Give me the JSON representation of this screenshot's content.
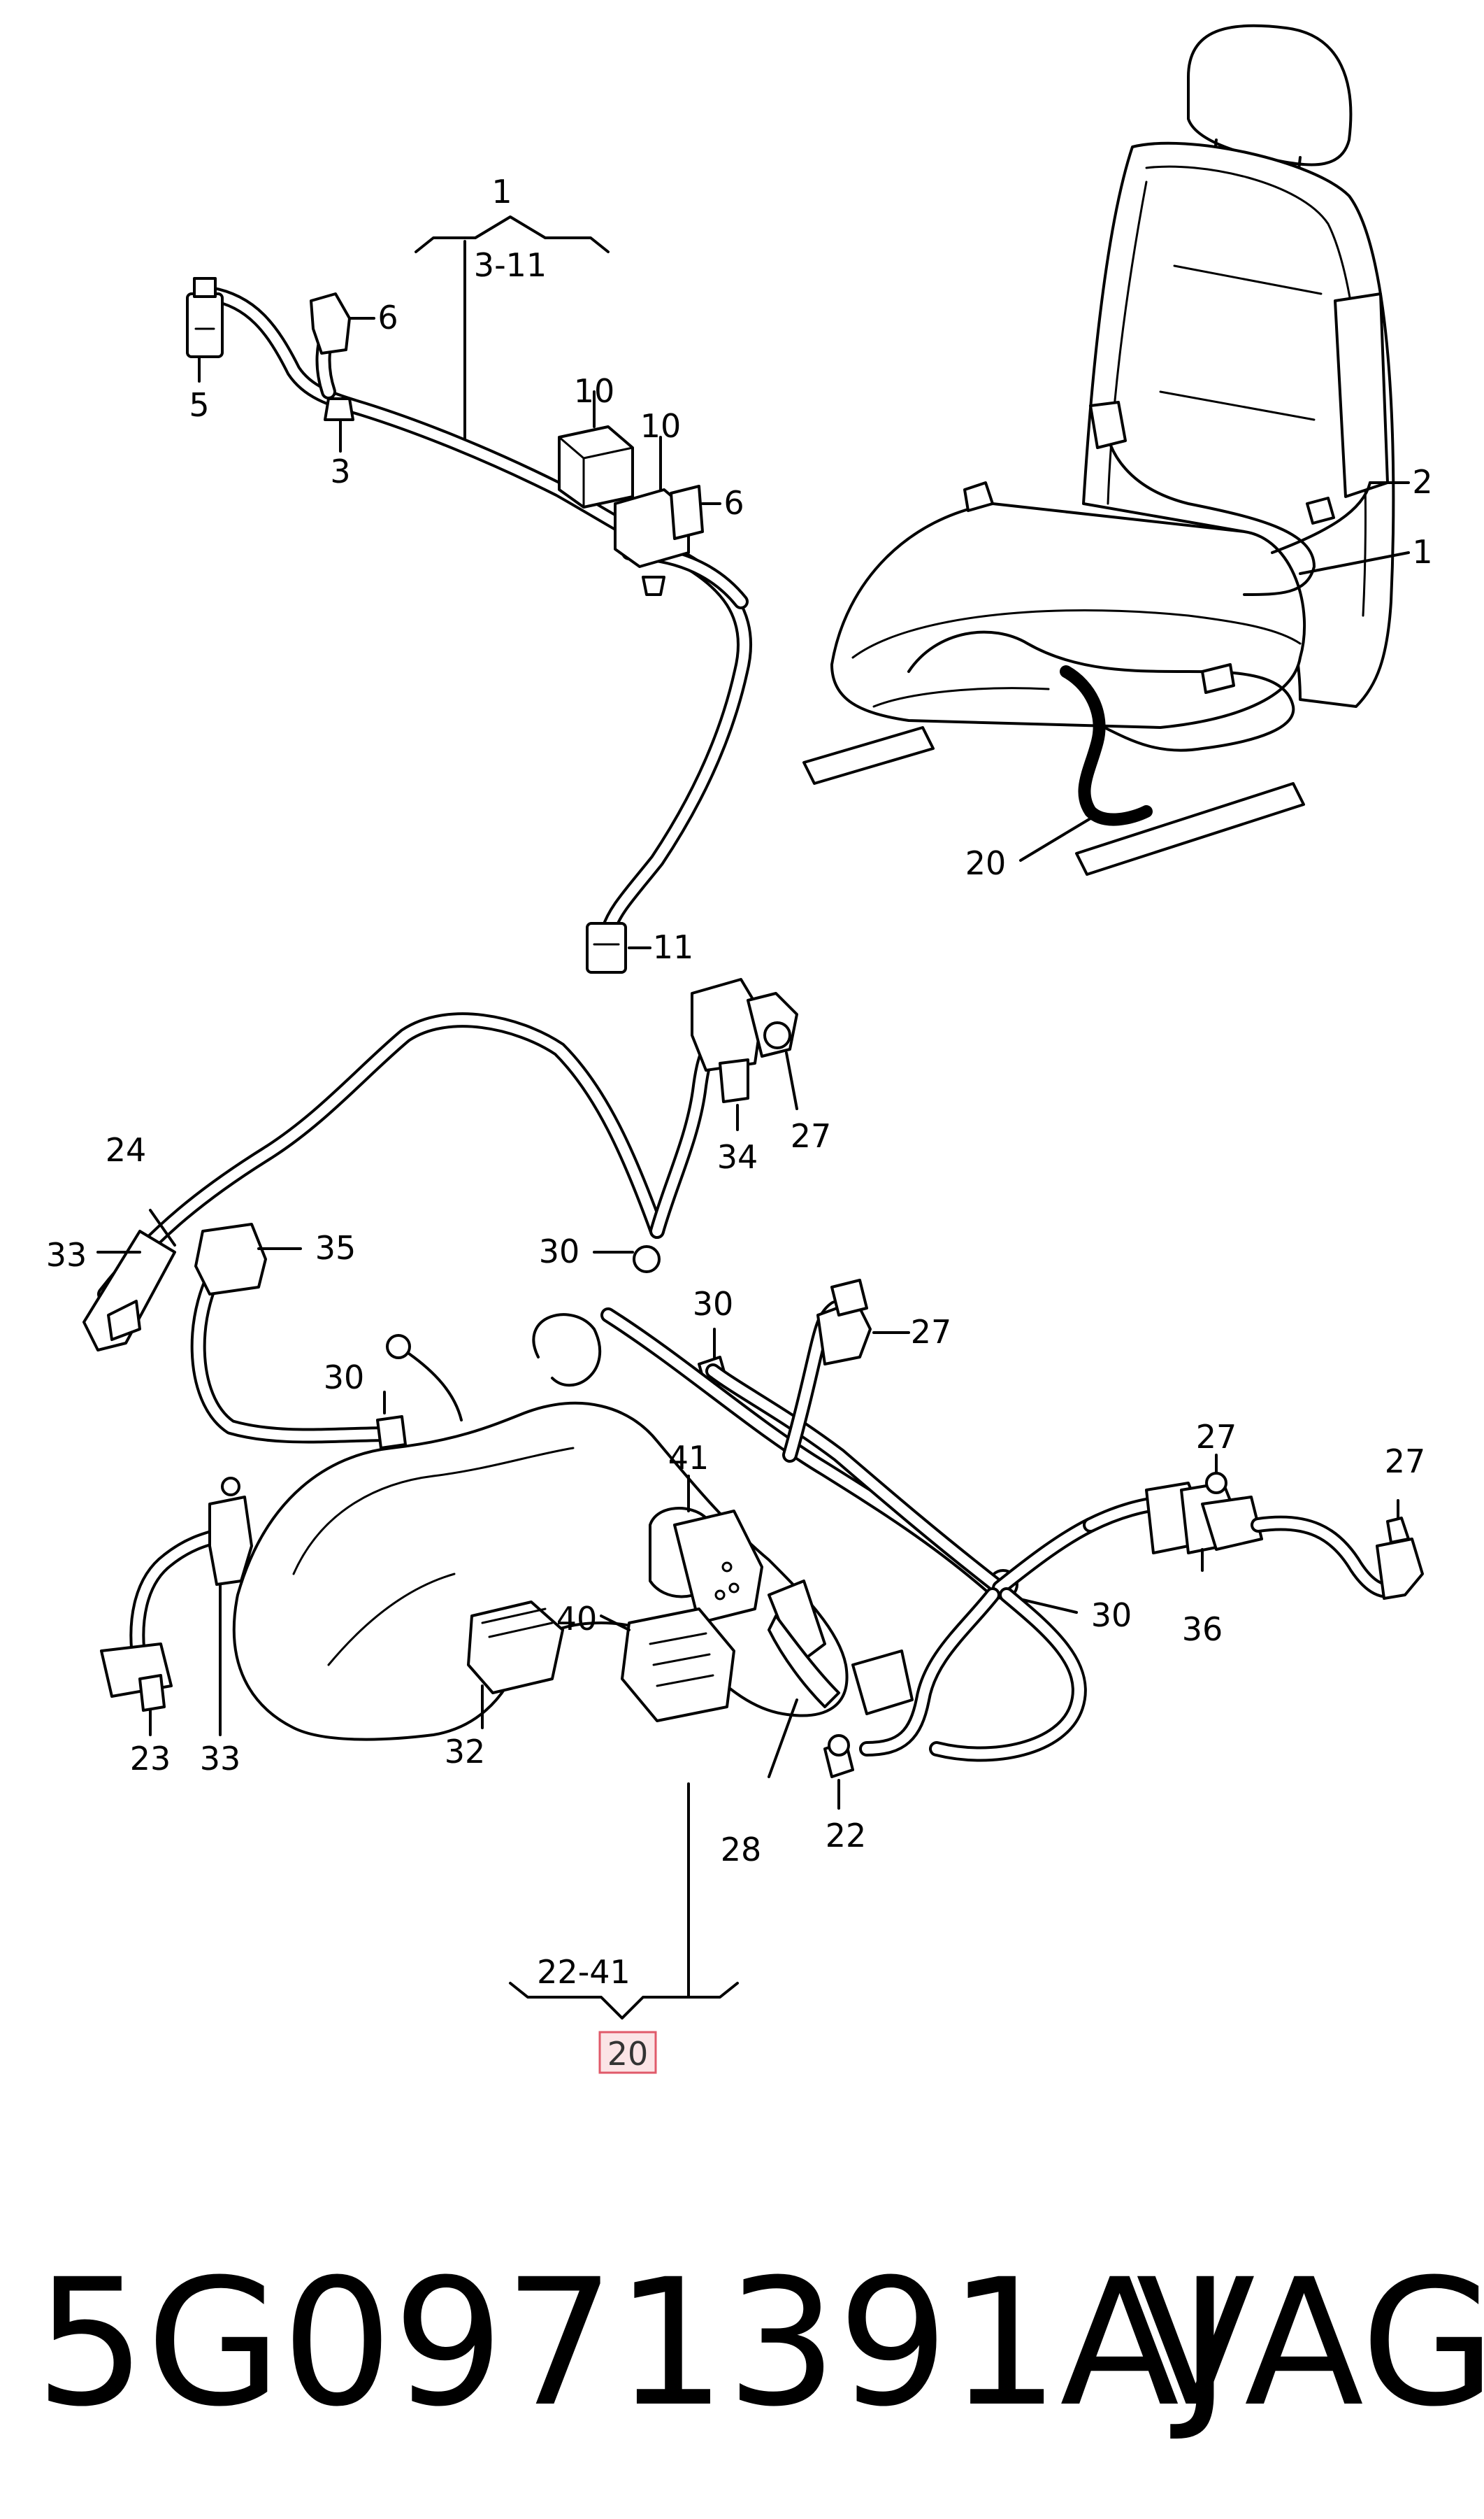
{
  "diagram": {
    "callouts": {
      "c1_top": "1",
      "c3_11": "3-11",
      "c6_a": "6",
      "c5": "5",
      "c3": "3",
      "c10_a": "10",
      "c10_b": "10",
      "c6_b": "6",
      "c11": "11",
      "c2": "2",
      "c1_seat": "1",
      "c20_seat": "20",
      "c24": "24",
      "c33_a": "33",
      "c35": "35",
      "c34": "34",
      "c27_a": "27",
      "c30_a": "30",
      "c30_b": "30",
      "c27_b": "27",
      "c30_c": "30",
      "c41": "41",
      "c27_c": "27",
      "c27_d": "27",
      "c30_d": "30",
      "c36": "36",
      "c40": "40",
      "c23": "23",
      "c33_b": "33",
      "c32": "32",
      "c28": "28",
      "c22": "22",
      "c22_41": "22-41",
      "c20_box": "20"
    },
    "highlight_color": "#e05a6a",
    "highlight_fill": "#fbe4e6"
  },
  "footer": {
    "part_number": "5G0971391AJ",
    "brand": "VAG"
  }
}
